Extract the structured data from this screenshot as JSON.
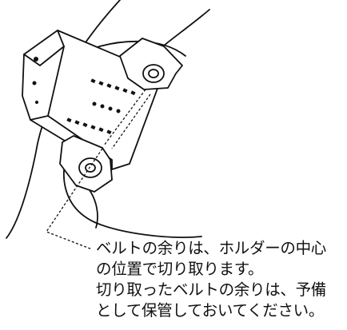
{
  "caption": {
    "line1": "ベルトの余りは、ホルダーの中心",
    "line2": "の位置で切り取ります。",
    "line3": "切り取ったベルトの余りは、予備",
    "line4": "として保管しておいてください。"
  }
}
